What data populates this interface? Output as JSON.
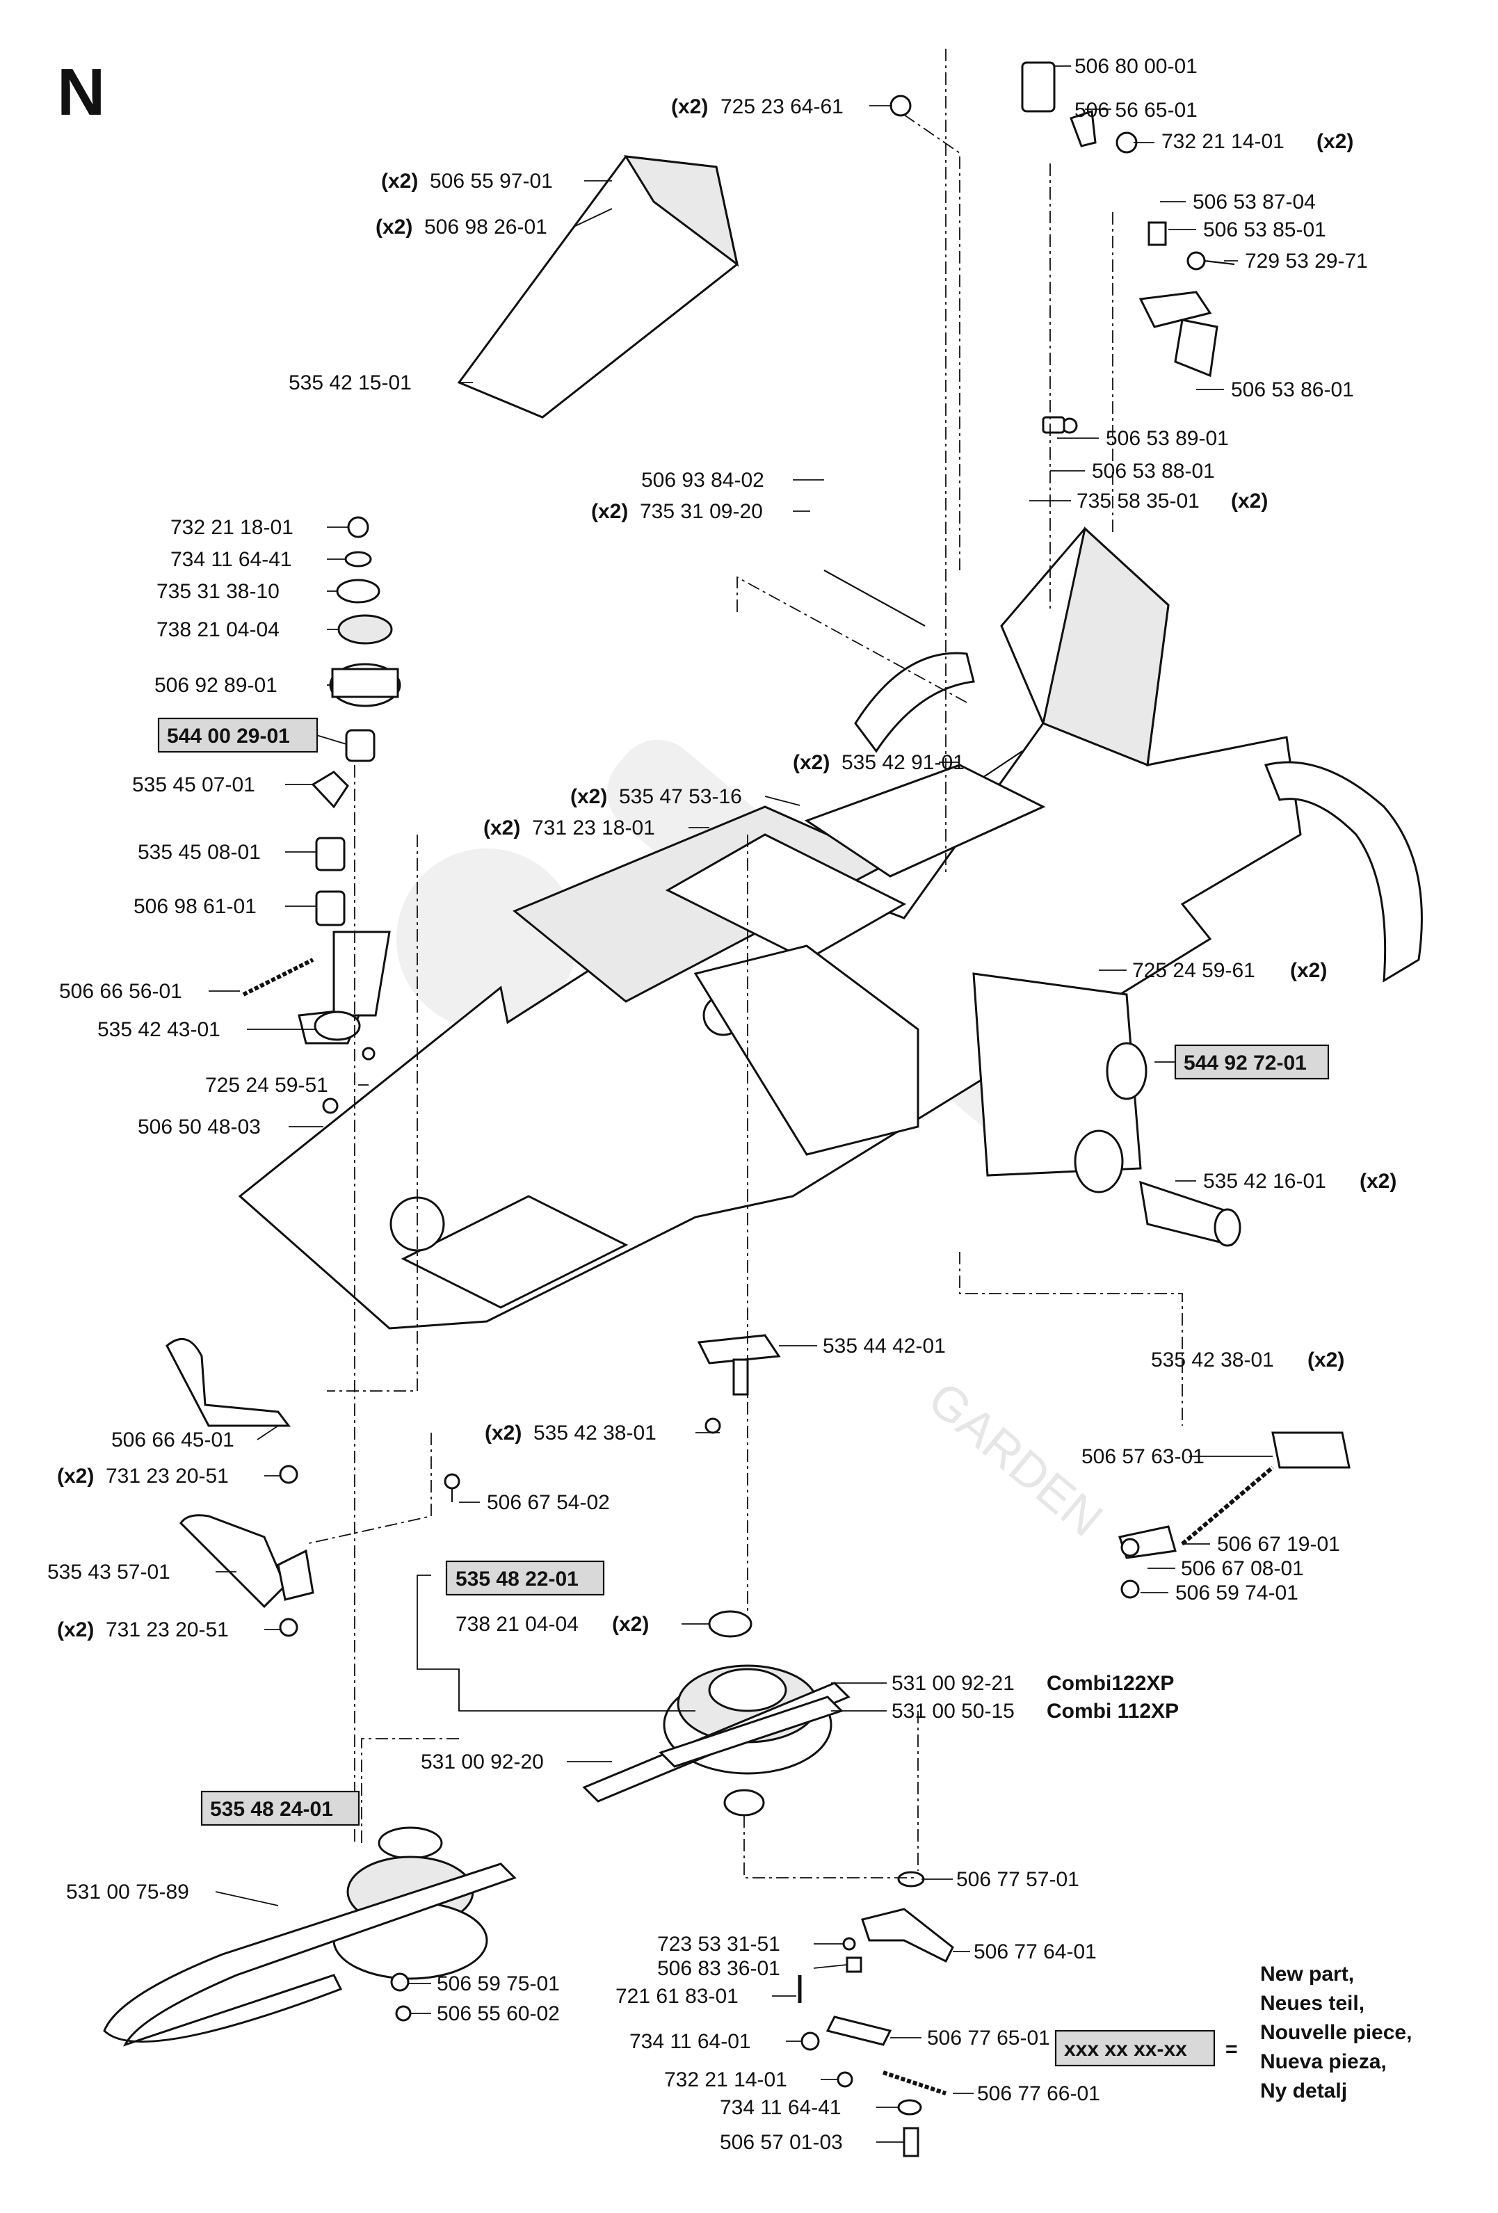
{
  "section_letter": "N",
  "labels": {
    "p_506800001": "506 80 00-01",
    "p_725236461": "725 23 64-61",
    "p_725236461_q": "(x2)",
    "p_506566501": "506 56 65-01",
    "p_732211401a": "732 21 14-01",
    "p_732211401a_q": "(x2)",
    "p_506559701": "506 55 97-01",
    "p_506559701_q": "(x2)",
    "p_506982601": "506 98 26-01",
    "p_506982601_q": "(x2)",
    "p_506538704": "506 53 87-04",
    "p_506538501": "506 53 85-01",
    "p_729532971": "729 53 29-71",
    "p_506538601": "506 53 86-01",
    "p_535421501": "535 42 15-01",
    "p_506538901": "506 53 89-01",
    "p_506538801": "506 53 88-01",
    "p_735583501": "735 58 35-01",
    "p_735583501_q": "(x2)",
    "p_506938402": "506 93 84-02",
    "p_735310920": "735 31 09-20",
    "p_735310920_q": "(x2)",
    "p_732211801": "732 21 18-01",
    "p_734116441a": "734 11 64-41",
    "p_735313810": "735 31 38-10",
    "p_738210404a": "738 21 04-04",
    "p_506928901": "506 92 89-01",
    "p_544002901": "544 00 29-01",
    "p_535429101": "535 42 91-01",
    "p_535429101_q": "(x2)",
    "p_535450701": "535 45 07-01",
    "p_535475316": "535 47 53-16",
    "p_535475316_q": "(x2)",
    "p_731231801": "731 23 18-01",
    "p_731231801_q": "(x2)",
    "p_535450801": "535 45 08-01",
    "p_506986101": "506 98 61-01",
    "p_506665601": "506 66 56-01",
    "p_725245961": "725 24 59-61",
    "p_725245961_q": "(x2)",
    "p_535424301": "535 42 43-01",
    "p_544927201": "544 92 72-01",
    "p_725245951": "725 24 59-51",
    "p_506504803": "506 50 48-03",
    "p_535421601": "535 42 16-01",
    "p_535421601_q": "(x2)",
    "p_535444201": "535 44 42-01",
    "p_535423801a": "535 42 38-01",
    "p_535423801a_q": "(x2)",
    "p_506664501": "506 66 45-01",
    "p_535423801b": "535 42 38-01",
    "p_535423801b_q": "(x2)",
    "p_731232051a": "731 23 20-51",
    "p_731232051a_q": "(x2)",
    "p_506675402": "506 67 54-02",
    "p_506576301": "506 57 63-01",
    "p_535435701": "535 43 57-01",
    "p_506671901": "506 67 19-01",
    "p_535482201": "535 48 22-01",
    "p_506670801": "506 67 08-01",
    "p_731232051b": "731 23 20-51",
    "p_731232051b_q": "(x2)",
    "p_506597401": "506 59 74-01",
    "p_738210404b": "738 21 04-04",
    "p_738210404b_q": "(x2)",
    "p_531009221": "531 00 92-21",
    "p_531009221_m": "Combi122XP",
    "p_531005015": "531 00 50-15",
    "p_531005015_m": "Combi 112XP",
    "p_531009220": "531 00 92-20",
    "p_535482401": "535 48 24-01",
    "p_506775701": "506 77 57-01",
    "p_531007589": "531 00 75-89",
    "p_723533151": "723 53 31-51",
    "p_506776401": "506 77 64-01",
    "p_506833601": "506 83 36-01",
    "p_506597501": "506 59 75-01",
    "p_721618301": "721 61 83-01",
    "p_506556002": "506 55 60-02",
    "p_734116401": "734 11 64-01",
    "p_506776501": "506 77 65-01",
    "p_732211401b": "732 21 14-01",
    "p_506776601": "506 77 66-01",
    "p_734116441b": "734 11 64-41",
    "p_506570103": "506 57 01-03"
  },
  "legend": {
    "box": "xxx xx xx-xx",
    "equals": "=",
    "lines": [
      "New part,",
      "Neues teil,",
      "Nouvelle piece,",
      "Nueva pieza,",
      "Ny detalj"
    ]
  },
  "watermark": {
    "text": "GARDEN"
  },
  "colors": {
    "ink": "#111111",
    "highlight": "#d9d9d9",
    "background": "#ffffff"
  }
}
